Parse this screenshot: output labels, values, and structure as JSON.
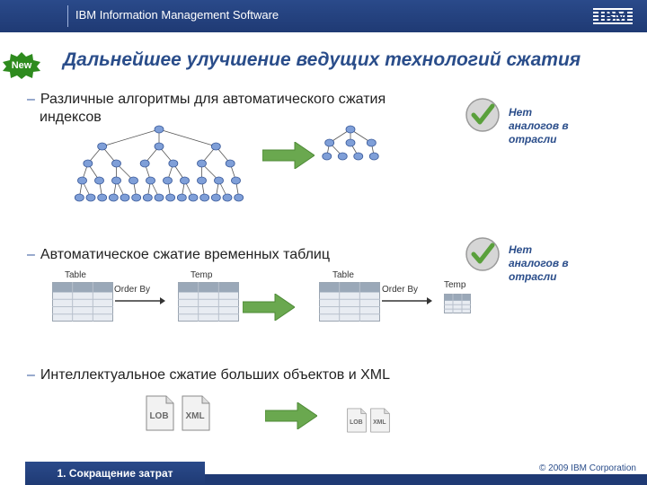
{
  "header": {
    "brand": "IBM Information Management Software",
    "logo_text": "IBM"
  },
  "badge": {
    "label": "New"
  },
  "title": "Дальнейшее улучшение ведущих технологий сжатия",
  "bullets": [
    {
      "line1": "Различные алгоритмы для автоматического сжатия",
      "line2": "индексов"
    },
    {
      "line1": "Автоматическое сжатие временных таблиц"
    },
    {
      "line1": "Интеллектуальное сжатие больших объектов и XML"
    }
  ],
  "notes": [
    {
      "line1": "Нет",
      "line2": "аналогов в",
      "line3": "отрасли"
    },
    {
      "line1": "Нет",
      "line2": "аналогов в",
      "line3": "отрасли"
    }
  ],
  "temp_diagram": {
    "table1": "Table",
    "order1": "Order By",
    "temp1": "Temp",
    "table2": "Table",
    "order2": "Order By",
    "temp2": "Temp"
  },
  "docs": {
    "lob": "LOB",
    "xml": "XML"
  },
  "footer": {
    "section": "1. Сокращение затрат",
    "copyright": "© 2009 IBM Corporation"
  },
  "colors": {
    "header_blue": "#1f3a74",
    "title_blue": "#2a4d8a",
    "arrow_green": "#6aa84f",
    "badge_green": "#2e8b1e"
  }
}
